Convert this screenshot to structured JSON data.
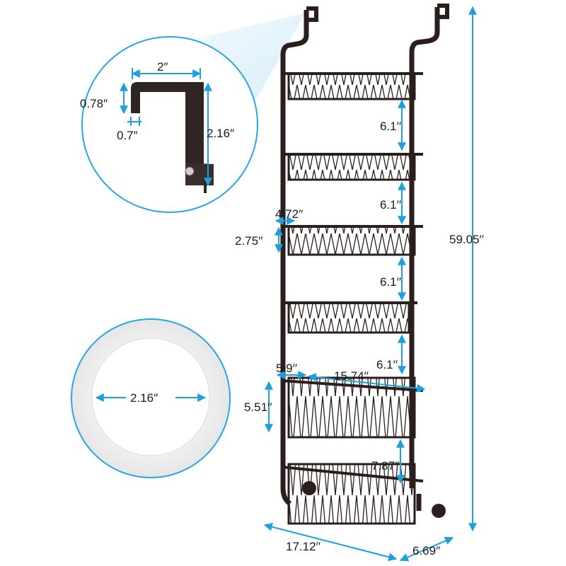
{
  "dimensions": {
    "hook_width": "2″",
    "hook_lip": "0.78″",
    "hook_thickness": "0.7″",
    "hook_depth": "2.16″",
    "suction_diameter": "2.16″",
    "shelf_gap_1": "6.1′′",
    "shelf_gap_2": "6.1′′",
    "shelf_gap_3": "6.1′′",
    "shelf_gap_4": "6.1′′",
    "small_basket_depth": "4.72′′",
    "small_basket_height": "2.75′′",
    "large_basket_depth": "5.9′′",
    "large_basket_width": "15.74′′",
    "large_basket_height": "5.51′′",
    "bottom_gap": "7.87′′",
    "total_height": "59.05′′",
    "total_width": "17.12′′",
    "total_depth": "6.69′′"
  },
  "colors": {
    "accent": "#1e9fe0",
    "frame": "#2a1f1c",
    "circle_border": "#29a6e6"
  }
}
